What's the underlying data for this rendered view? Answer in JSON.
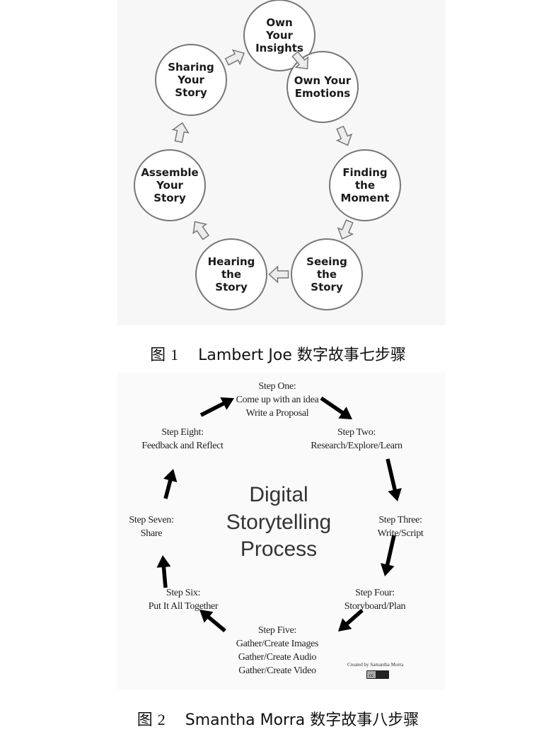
{
  "figure1": {
    "nodes": [
      {
        "lines": [
          "Own",
          "Your",
          "Insights"
        ]
      },
      {
        "lines": [
          "Own Your",
          "Emotions"
        ]
      },
      {
        "lines": [
          "Finding",
          "the",
          "Moment"
        ]
      },
      {
        "lines": [
          "Seeing",
          "the",
          "Story"
        ]
      },
      {
        "lines": [
          "Hearing",
          "the",
          "Story"
        ]
      },
      {
        "lines": [
          "Assemble",
          "Your",
          "Story"
        ]
      },
      {
        "lines": [
          "Sharing",
          "Your",
          "Story"
        ]
      }
    ],
    "caption": {
      "label": "图",
      "number": "1",
      "text": "Lambert Joe 数字故事七步骤"
    }
  },
  "figure2": {
    "center": [
      "Digital",
      "Storytelling",
      "Process"
    ],
    "steps": [
      {
        "lines": [
          "Step One:",
          "Come up with an idea",
          "Write a Proposal"
        ]
      },
      {
        "lines": [
          "Step Two:",
          "Research/Explore/Learn"
        ]
      },
      {
        "lines": [
          "Step Three:",
          "Write/Script"
        ]
      },
      {
        "lines": [
          "Step Four:",
          "Storyboard/Plan"
        ]
      },
      {
        "lines": [
          "Step Five:",
          "Gather/Create Images",
          "Gather/Create Audio",
          "Gather/Create Video"
        ]
      },
      {
        "lines": [
          "Step Six:",
          "Put It All Together"
        ]
      },
      {
        "lines": [
          "Step Seven:",
          "Share"
        ]
      },
      {
        "lines": [
          "Step Eight:",
          "Feedback and Reflect"
        ]
      }
    ],
    "credit": "Created by Samantha Morra",
    "license_badge": "cc",
    "caption": {
      "label": "图",
      "number": "2",
      "text": "Smantha Morra 数字故事八步骤"
    }
  }
}
